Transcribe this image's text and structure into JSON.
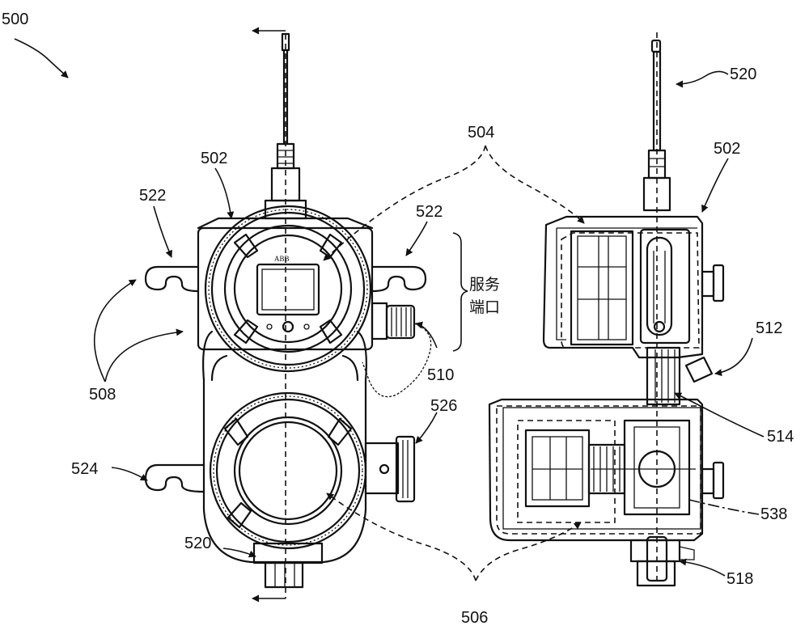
{
  "figure_number": "500",
  "labels": {
    "l502a": "502",
    "l502b": "502",
    "l504": "504",
    "l506": "506",
    "l508": "508",
    "l510": "510",
    "l512": "512",
    "l514": "514",
    "l518": "518",
    "l520a": "520",
    "l520b": "520",
    "l522a": "522",
    "l522b": "522",
    "l524": "524",
    "l526": "526",
    "l538": "538"
  },
  "service_port": {
    "line1": "服务",
    "line2": "端口"
  },
  "display_logo": "ABB"
}
